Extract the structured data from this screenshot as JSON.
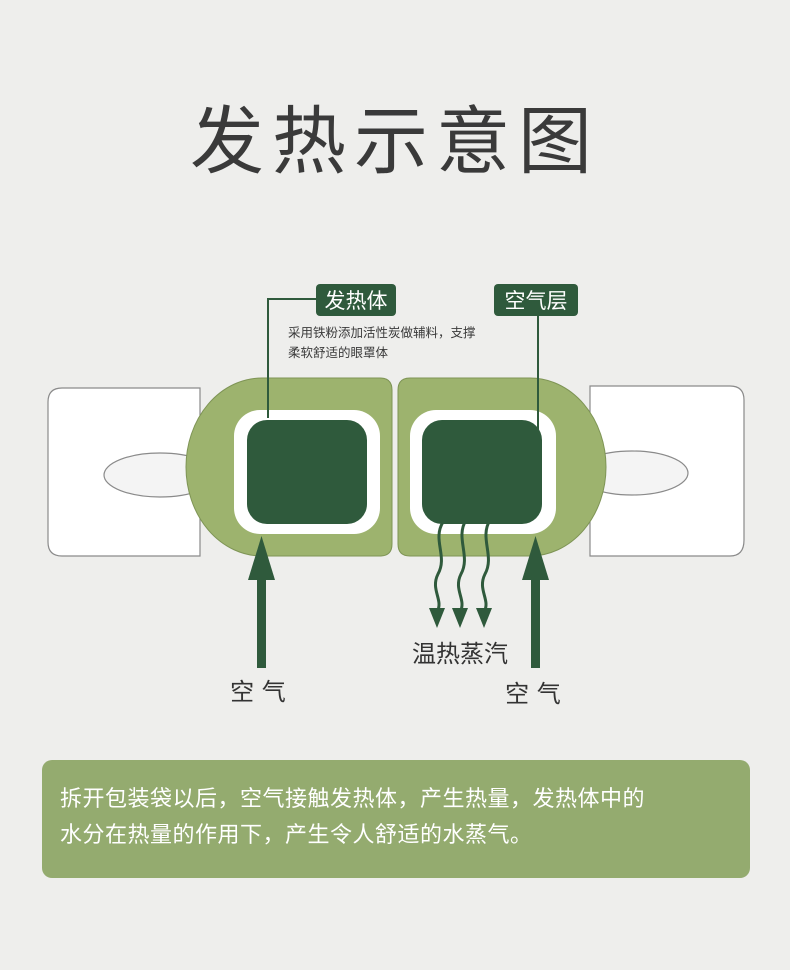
{
  "title": "发热示意图",
  "labels": {
    "heater": "发热体",
    "air_layer": "空气层",
    "heater_desc_line1": "采用铁粉添加活性炭做辅料，支撑",
    "heater_desc_line2": "柔软舒适的眼罩体",
    "steam": "温热蒸汽",
    "air_left": "空 气",
    "air_right": "空 气"
  },
  "description": {
    "line1": "拆开包装袋以后，空气接触发热体，产生热量，发热体中的",
    "line2": "水分在热量的作用下，产生令人舒适的水蒸气。"
  },
  "colors": {
    "dark_green": "#2f5a3c",
    "light_green": "#9db36e",
    "panel_green": "#94ab6f",
    "background": "#eeeeec"
  },
  "icons": [
    "arrow-up-icon",
    "steam-arrow-icon"
  ]
}
